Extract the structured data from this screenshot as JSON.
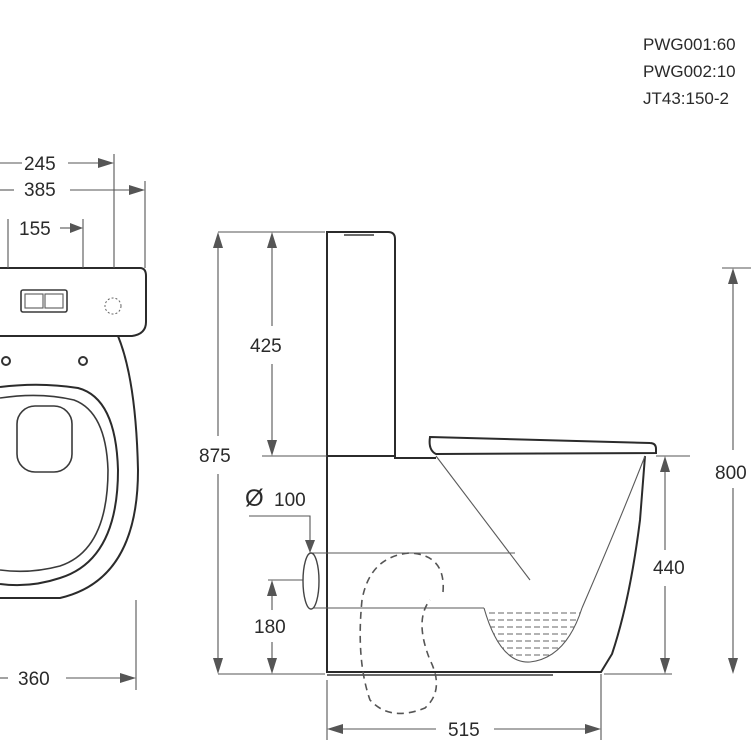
{
  "product_codes": [
    "PWG001:60",
    "PWG002:10",
    "JT43:150-2"
  ],
  "top_view": {
    "dim_width_top": "245",
    "dim_width_overall": "385",
    "dim_hole_spacing": "155",
    "dim_base_width": "360"
  },
  "side_view": {
    "dim_cistern_height": "425",
    "dim_total_height": "875",
    "dim_outlet_diameter_symbol": "Ø",
    "dim_outlet_diameter": "100",
    "dim_outlet_height": "180",
    "dim_seat_height": "440",
    "dim_depth": "515",
    "dim_right_height": "800"
  }
}
